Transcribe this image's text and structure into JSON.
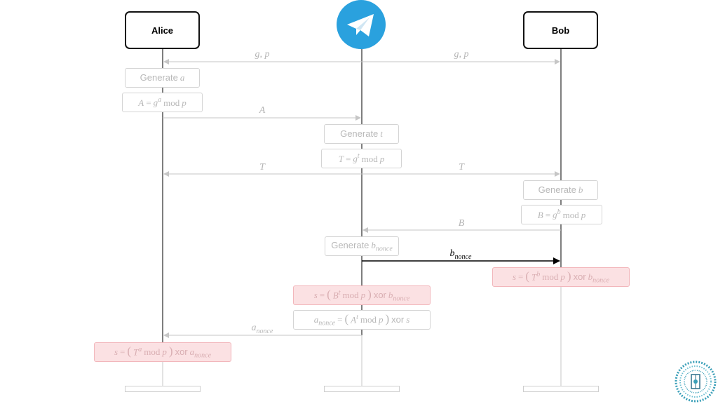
{
  "actors": {
    "alice": "Alice",
    "bob": "Bob",
    "server_icon": "telegram-icon"
  },
  "messages": {
    "g_p_left": "g, p",
    "g_p_right": "g, p",
    "A": "A",
    "T_left": "T",
    "T_right": "T",
    "B": "B",
    "b_nonce_base": "b",
    "b_nonce_sub": "nonce",
    "a_nonce_base": "a",
    "a_nonce_sub": "nonce"
  },
  "steps": {
    "generate_word": "Generate",
    "mod": "mod",
    "xor": "xor",
    "alice_gen": {
      "var": "a"
    },
    "alice_pub": {
      "lhs": "A",
      "base": "g",
      "exp": "a",
      "mod": "p"
    },
    "server_gen": {
      "var": "t"
    },
    "server_pub": {
      "lhs": "T",
      "base": "g",
      "exp": "t",
      "mod": "p"
    },
    "bob_gen": {
      "var": "b"
    },
    "bob_pub": {
      "lhs": "B",
      "base": "g",
      "exp": "b",
      "mod": "p"
    },
    "server_gen_nonce": {
      "var": "b",
      "sub": "nonce"
    },
    "bob_secret": {
      "lhs": "s",
      "base": "T",
      "exp": "b",
      "mod": "p",
      "nonce": "b",
      "nonce_sub": "nonce"
    },
    "server_secret": {
      "lhs": "s",
      "base": "B",
      "exp": "t",
      "mod": "p",
      "nonce": "b",
      "nonce_sub": "nonce"
    },
    "server_anonce": {
      "lhs": "a",
      "lhs_sub": "nonce",
      "base": "A",
      "exp": "t",
      "mod": "p",
      "tail": "s"
    },
    "alice_secret": {
      "lhs": "s",
      "base": "T",
      "exp": "a",
      "mod": "p",
      "nonce": "a",
      "nonce_sub": "nonce"
    }
  },
  "colors": {
    "telegram_blue": "#2aa1de",
    "highlight_fill": "#fbe1e3",
    "highlight_border": "#f2b6bb",
    "faded_text": "#b8b8b8",
    "seal_teal": "#3a9fb8"
  }
}
